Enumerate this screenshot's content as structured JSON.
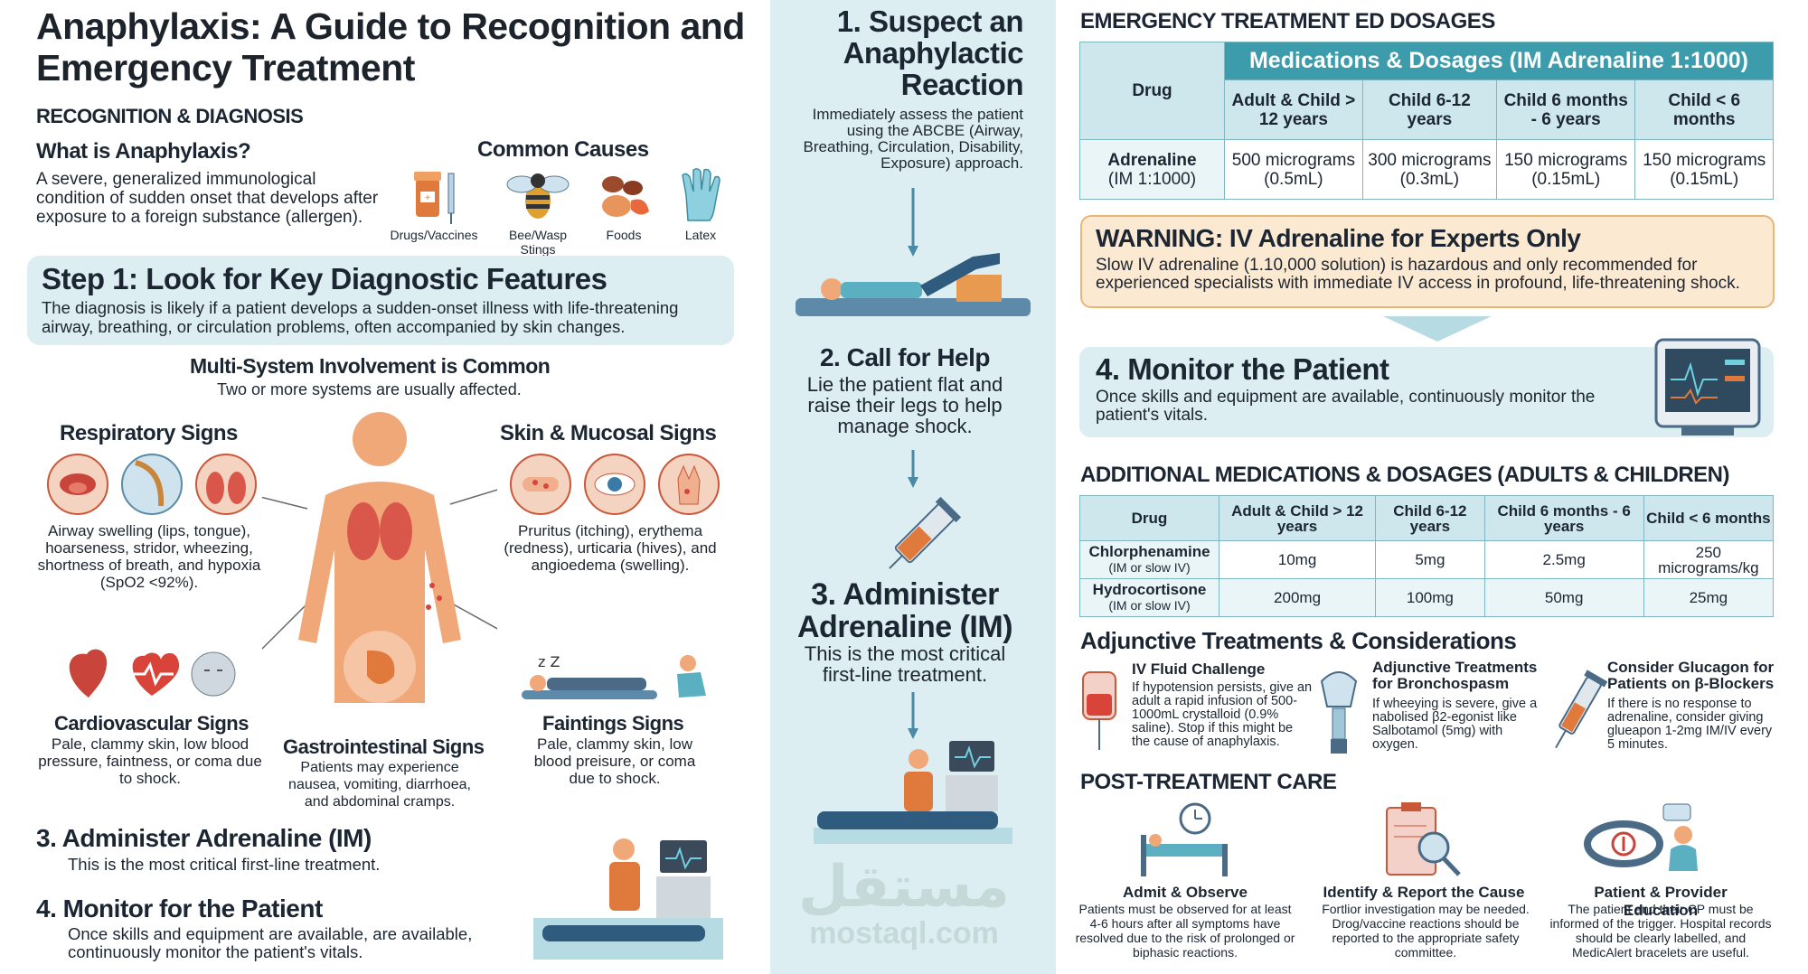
{
  "title": "Anaphylaxis: A Guide to Recognition and Emergency Treatment",
  "recognition_heading": "RECOGNITION & DIAGNOSIS",
  "what": {
    "heading": "What is Anaphylaxis?",
    "text": "A severe, generalized immunological condition of sudden onset that develops after exposure to a foreign substance (allergen)."
  },
  "causes": {
    "heading": "Common Causes",
    "items": [
      {
        "label": "Drugs/Vaccines",
        "icon": "vial-syringe-icon"
      },
      {
        "label": "Bee/Wasp Stings",
        "icon": "bee-icon"
      },
      {
        "label": "Foods",
        "icon": "food-icon"
      },
      {
        "label": "Latex",
        "icon": "glove-icon"
      }
    ]
  },
  "step1": {
    "heading": "Step 1: Look for Key Diagnostic Features",
    "text": "The diagnosis is likely if a patient develops a sudden-onset illness with life-threatening airway, breathing, or circulation problems, often accompanied by skin changes."
  },
  "multi": {
    "heading": "Multi-System Involvement is Common",
    "sub": "Two or more systems are usually affected."
  },
  "signs": {
    "respiratory": {
      "heading": "Respiratory Signs",
      "text": "Airway swelling (lips, tongue), hoarseness, stridor, wheezing, shortness of breath, and hypoxia (SpO2 <92%)."
    },
    "skin": {
      "heading": "Skin & Mucosal Signs",
      "text": "Pruritus (itching), erythema (redness), urticaria (hives), and angioedema (swelling)."
    },
    "cardio": {
      "heading": "Cardiovascular Signs",
      "text": "Pale, clammy skin, low blood pressure, faintness, or coma due to shock."
    },
    "gi": {
      "heading": "Gastrointestinal Signs",
      "text": "Patients may experience nausea, vomiting, diarrhoea, and abdominal cramps."
    },
    "faint": {
      "heading": "Faintings Signs",
      "text": "Pale, clammy skin, low blood preisure, or coma due to shock."
    }
  },
  "left_step3": {
    "heading": "3. Administer Adrenaline (IM)",
    "text": "This is the most critical first-line treatment."
  },
  "left_step4": {
    "heading": "4. Monitor for the Patient",
    "text": "Once skills and equipment are available, are available, continuously monitor the patient's vitals."
  },
  "mid": {
    "s1_heading": "1. Suspect an Anaphylactic Reaction",
    "s1_text": "Immediately assess the patient using the ABCBE (Airway, Breathing, Circulation, Disability, Exposure) approach.",
    "s2_heading": "2. Call for Help",
    "s2_text": "Lie the patient flat and raise their legs to help manage shock.",
    "s3_heading": "3. Administer Adrenaline (IM)",
    "s3_text": "This is the most critical first-line treatment.",
    "watermark_ar": "مستقل",
    "watermark_en": "mostaql.com"
  },
  "emergency": {
    "heading": "EMERGENCY TREATMENT ED DOSAGES",
    "table_title": "Medications & Dosages (IM Adrenaline 1:1000)",
    "drug_header": "Drug",
    "columns": [
      "Adult & Child > 12 years",
      "Child 6-12 years",
      "Child 6 months - 6 years",
      "Child < 6 months"
    ],
    "rows": [
      {
        "drug": "Adrenaline",
        "drug_note": "(IM 1:1000)",
        "values": [
          "500 micrograms (0.5mL)",
          "300 micrograms (0.3mL)",
          "150 micrograms (0.15mL)",
          "150 micrograms (0.15mL)"
        ]
      }
    ]
  },
  "warning": {
    "heading": "WARNING: IV Adrenaline for Experts Only",
    "text": "Slow IV adrenaline (1.10,000 solution) is hazardous and only recommended for experienced specialists with immediate IV access in profound, life-threatening shock."
  },
  "monitor": {
    "heading": "4. Monitor the Patient",
    "text": "Once skills and equipment are available, continuously monitor the patient's vitals."
  },
  "additional": {
    "heading": "ADDITIONAL MEDICATIONS & DOSAGES (ADULTS & CHILDREN)",
    "drug_header": "Drug",
    "columns": [
      "Adult & Child > 12 years",
      "Child 6-12 years",
      "Child 6 months - 6 years",
      "Child < 6 months"
    ],
    "rows": [
      {
        "drug": "Chlorphenamine",
        "drug_note": "(IM or slow IV)",
        "values": [
          "10mg",
          "5mg",
          "2.5mg",
          "250 micrograms/kg"
        ]
      },
      {
        "drug": "Hydrocortisone",
        "drug_note": "(IM or slow IV)",
        "values": [
          "200mg",
          "100mg",
          "50mg",
          "25mg"
        ]
      }
    ]
  },
  "adjunctive": {
    "heading": "Adjunctive Treatments & Considerations",
    "items": [
      {
        "title": "IV Fluid Challenge",
        "text": "If hypotension persists, give an adult a rapid infusion of 500-1000mL crystalloid (0.9% saline). Stop if this might be the cause of anaphylaxis.",
        "icon": "iv-bag-icon"
      },
      {
        "title": "Adjunctive Treatments for Bronchospasm",
        "text": "If wheeying is severe, give a nabolised β2-egonist like Salbotamol (5mg) with oxygen.",
        "icon": "nebulizer-icon"
      },
      {
        "title": "Consider Glucagon for Patients on β-Blockers",
        "text": "If there is no response to adrenaline, consider giving glueapon 1-2mg IM/IV every 5 minutes.",
        "icon": "syringe-icon"
      }
    ]
  },
  "post": {
    "heading": "POST-TREATMENT CARE",
    "items": [
      {
        "title": "Admit & Observe",
        "text": "Patients must be observed for at least 4-6 hours after all symptoms have resolved due to the risk of prolonged or biphasic reactions.",
        "icon": "hospital-bed-icon"
      },
      {
        "title": "Identify & Report the Cause",
        "text": "Fortlior investigation may be needed. Drog/vaccine reactions should be reported to the appropriate safety committee.",
        "icon": "clipboard-magnifier-icon"
      },
      {
        "title": "Patient & Provider Education",
        "text": "The patient and their CP must be informed of the trigger. Hospital records should be clearly labelled, and MedicAlert bracelets are useful.",
        "icon": "bracelet-icon"
      }
    ]
  },
  "colors": {
    "accent": "#3c9cab",
    "panel": "#dceef2",
    "warning_bg": "#fce9d2",
    "warning_border": "#e9b678"
  }
}
